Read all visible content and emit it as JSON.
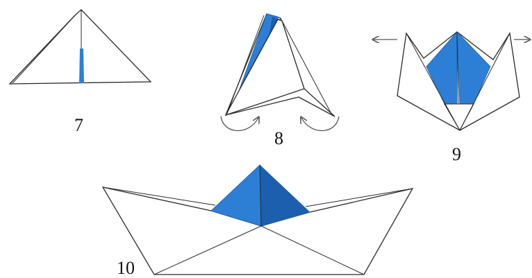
{
  "steps": [
    {
      "id": "step-7",
      "number": "7"
    },
    {
      "id": "step-8",
      "number": "8"
    },
    {
      "id": "step-9",
      "number": "9"
    },
    {
      "id": "step-10",
      "number": "10"
    }
  ],
  "colors": {
    "paper": "#ffffff",
    "blue_light": "#2d7fd6",
    "blue_dark": "#1c5fae",
    "outline": "#2a2a2a",
    "arrow": "#555555"
  },
  "icons": {
    "step-8": [
      "curved-arrow-left-icon",
      "curved-arrow-right-icon"
    ],
    "step-9": [
      "arrow-left-icon",
      "arrow-right-icon"
    ]
  }
}
